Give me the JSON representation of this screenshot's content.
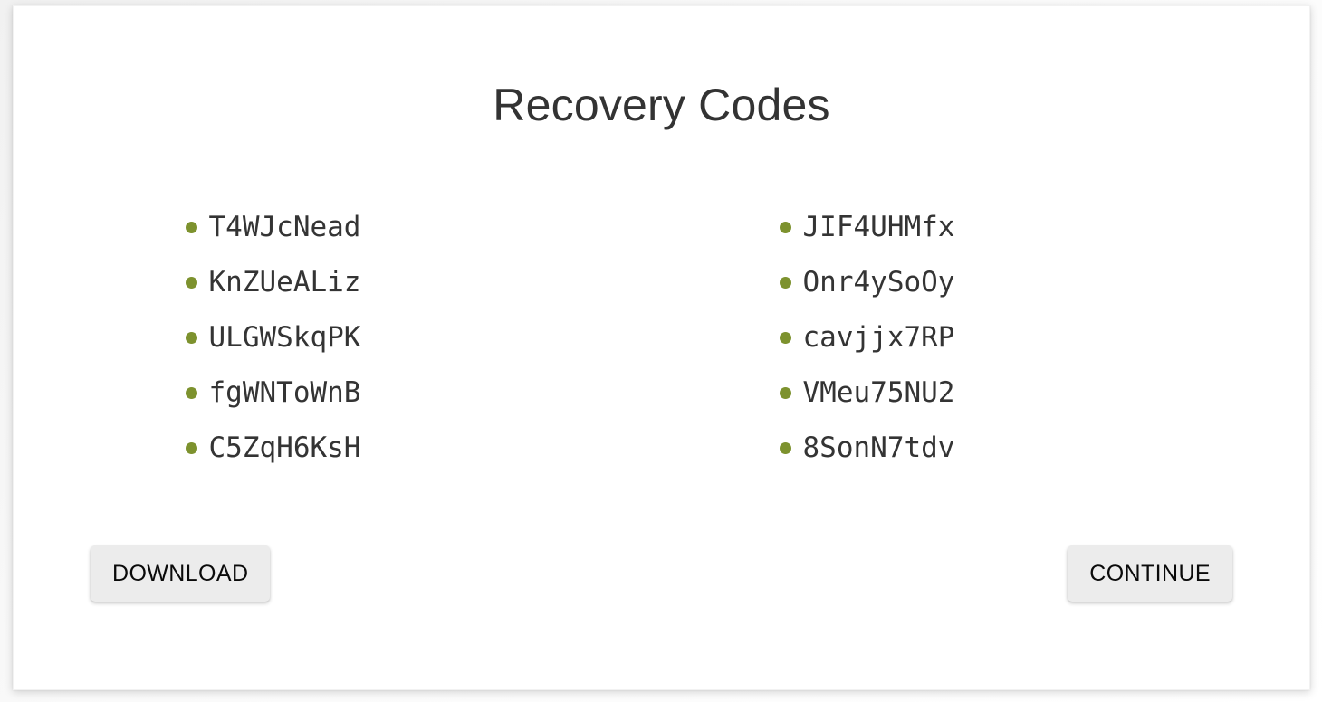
{
  "card": {
    "title": "Recovery Codes"
  },
  "codes": {
    "left_column": [
      "T4WJcNead",
      "KnZUeALiz",
      "ULGWSkqPK",
      "fgWNToWnB",
      "C5ZqH6KsH"
    ],
    "right_column": [
      "JIF4UHMfx",
      "Onr4ySoOy",
      "cavjjx7RP",
      "VMeu75NU2",
      "8SonN7tdv"
    ],
    "bullet_color": "#7d922e",
    "text_color": "#343434"
  },
  "actions": {
    "download_label": "DOWNLOAD",
    "continue_label": "CONTINUE"
  }
}
